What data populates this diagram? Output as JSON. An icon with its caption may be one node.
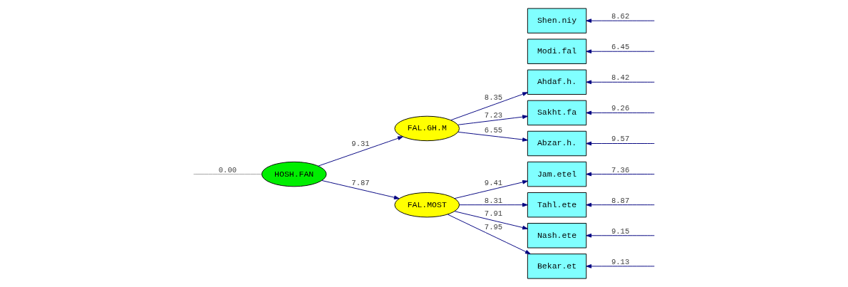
{
  "diagram": {
    "nodes": [
      {
        "text": [
          "HOSH.FAN"
        ]
      },
      {
        "text": [
          "FAL.GH.M"
        ]
      },
      {
        "text": [
          "FAL.MOST"
        ]
      },
      {
        "text": [
          "Modi.fal"
        ]
      },
      {
        "text": [
          "Ahdaf.h."
        ]
      },
      {
        "text": [
          "Sakht.fa"
        ]
      },
      {
        "text": [
          "Abzar.h."
        ]
      },
      {
        "text": [
          "Shen.niy"
        ]
      },
      {
        "text": [
          "Jam.etel"
        ]
      },
      {
        "text": [
          "Tahl.ete"
        ]
      },
      {
        "text": [
          "Nash.ete"
        ]
      },
      {
        "text": [
          "Bekar.et"
        ]
      }
    ],
    "edges": [
      {
        "from": null,
        "to": 0,
        "arrow": "none",
        "label": "0.00",
        "color": "#a0a0a0"
      },
      {
        "from": 0,
        "to": 1,
        "arrow": "to",
        "label": "9.31"
      },
      {
        "from": 0,
        "to": 2,
        "arrow": "to",
        "label": "7.87"
      },
      {
        "from": 1,
        "to": 4,
        "arrow": "to",
        "label": "8.35"
      },
      {
        "from": 1,
        "to": 5,
        "arrow": "to",
        "label": "7.23"
      },
      {
        "from": 1,
        "to": 6,
        "arrow": "to",
        "label": "6.55"
      },
      {
        "from": 2,
        "to": 8,
        "arrow": "to",
        "label": "9.41"
      },
      {
        "from": 2,
        "to": 9,
        "arrow": "to",
        "label": "8.31"
      },
      {
        "from": 2,
        "to": 10,
        "arrow": "to",
        "label": "7.91"
      },
      {
        "from": 2,
        "to": 11,
        "arrow": "to",
        "label": "7.95"
      },
      {
        "from": null,
        "to": 3,
        "arrow": "to",
        "label": "6.45"
      },
      {
        "from": null,
        "to": 4,
        "arrow": "to",
        "label": "8.42"
      },
      {
        "from": null,
        "to": 5,
        "arrow": "to",
        "label": "9.26"
      },
      {
        "from": null,
        "to": 6,
        "arrow": "to",
        "label": "9.57"
      },
      {
        "from": null,
        "to": 7,
        "arrow": "to",
        "label": "8.62"
      },
      {
        "from": null,
        "to": 8,
        "arrow": "to",
        "label": "7.36"
      },
      {
        "from": null,
        "to": 9,
        "arrow": "to",
        "label": "8.87"
      },
      {
        "from": null,
        "to": 10,
        "arrow": "to",
        "label": "9.15"
      },
      {
        "from": null,
        "to": 11,
        "arrow": "to",
        "label": "9.13"
      }
    ]
  }
}
